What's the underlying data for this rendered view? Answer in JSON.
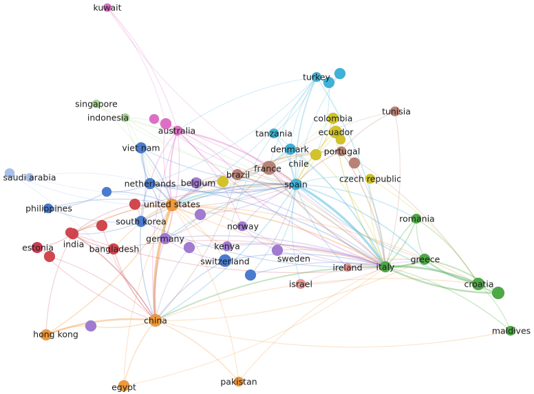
{
  "clusters": {
    "red": "#d2464e",
    "green": "#4ea846",
    "blue": "#4a7bcf",
    "yellow": "#d2c428",
    "purple": "#a17ad2",
    "cyan": "#3eb2d8",
    "orange": "#f0983a",
    "brown": "#b98274",
    "pink": "#df6fc6",
    "lightgreen": "#a8d692",
    "lightblue": "#a8c0ec",
    "salmon": "#ea9a96",
    "rose": "#cc3a52"
  },
  "nodes": [
    {
      "id": "kuwait",
      "label": "kuwait",
      "cluster": "pink"
    },
    {
      "id": "turkey",
      "label": "turkey",
      "cluster": "cyan"
    },
    {
      "id": "turkey_b",
      "label": "",
      "cluster": "cyan"
    },
    {
      "id": "turkey_c",
      "label": "",
      "cluster": "cyan"
    },
    {
      "id": "singapore",
      "label": "singapore",
      "cluster": "lightgreen"
    },
    {
      "id": "tunisia",
      "label": "tunisia",
      "cluster": "brown"
    },
    {
      "id": "indonesia",
      "label": "indonesia",
      "cluster": "lightgreen"
    },
    {
      "id": "colombia",
      "label": "colombia",
      "cluster": "yellow"
    },
    {
      "id": "australia",
      "label": "australia",
      "cluster": "pink"
    },
    {
      "id": "pink_a",
      "label": "",
      "cluster": "pink"
    },
    {
      "id": "pink_b",
      "label": "",
      "cluster": "pink"
    },
    {
      "id": "tanzania",
      "label": "tanzania",
      "cluster": "cyan"
    },
    {
      "id": "ecuador",
      "label": "ecuador",
      "cluster": "yellow"
    },
    {
      "id": "yellow_b",
      "label": "",
      "cluster": "yellow"
    },
    {
      "id": "viet_nam",
      "label": "viet nam",
      "cluster": "blue"
    },
    {
      "id": "denmark",
      "label": "denmark",
      "cluster": "cyan"
    },
    {
      "id": "portugal",
      "label": "portugal",
      "cluster": "brown"
    },
    {
      "id": "chile",
      "label": "chile",
      "cluster": "yellow"
    },
    {
      "id": "france",
      "label": "france",
      "cluster": "brown"
    },
    {
      "id": "brown_b",
      "label": "",
      "cluster": "brown"
    },
    {
      "id": "brazil",
      "label": "brazil",
      "cluster": "brown"
    },
    {
      "id": "saudi_arabia",
      "label": "saudi arabia",
      "cluster": "lightblue"
    },
    {
      "id": "lightblue_b",
      "label": "",
      "cluster": "lightblue"
    },
    {
      "id": "netherlands",
      "label": "netherlands",
      "cluster": "blue"
    },
    {
      "id": "belgium",
      "label": "belgium",
      "cluster": "purple"
    },
    {
      "id": "yellow_c",
      "label": "",
      "cluster": "yellow"
    },
    {
      "id": "spain",
      "label": "spain",
      "cluster": "cyan"
    },
    {
      "id": "czech_republic",
      "label": "czech republic",
      "cluster": "yellow"
    },
    {
      "id": "blue_b",
      "label": "",
      "cluster": "blue"
    },
    {
      "id": "philippines",
      "label": "philippines",
      "cluster": "blue"
    },
    {
      "id": "united_states",
      "label": "united states",
      "cluster": "orange"
    },
    {
      "id": "red_a",
      "label": "",
      "cluster": "red"
    },
    {
      "id": "romania",
      "label": "romania",
      "cluster": "green"
    },
    {
      "id": "purple_a",
      "label": "",
      "cluster": "purple"
    },
    {
      "id": "south_korea",
      "label": "south korea",
      "cluster": "blue"
    },
    {
      "id": "norway",
      "label": "norway",
      "cluster": "purple"
    },
    {
      "id": "india",
      "label": "india",
      "cluster": "red"
    },
    {
      "id": "red_b",
      "label": "",
      "cluster": "red"
    },
    {
      "id": "red_c",
      "label": "",
      "cluster": "red"
    },
    {
      "id": "germany",
      "label": "germany",
      "cluster": "purple"
    },
    {
      "id": "estonia",
      "label": "estonia",
      "cluster": "rose"
    },
    {
      "id": "bangladesh",
      "label": "bangladesh",
      "cluster": "red"
    },
    {
      "id": "red_d",
      "label": "",
      "cluster": "red"
    },
    {
      "id": "kenya",
      "label": "kenya",
      "cluster": "purple"
    },
    {
      "id": "purple_b",
      "label": "",
      "cluster": "purple"
    },
    {
      "id": "sweden",
      "label": "sweden",
      "cluster": "purple"
    },
    {
      "id": "switzerland",
      "label": "switzerland",
      "cluster": "blue"
    },
    {
      "id": "ireland",
      "label": "ireland",
      "cluster": "salmon"
    },
    {
      "id": "italy",
      "label": "italy",
      "cluster": "green"
    },
    {
      "id": "greece",
      "label": "greece",
      "cluster": "green"
    },
    {
      "id": "blue_c",
      "label": "",
      "cluster": "blue"
    },
    {
      "id": "israel",
      "label": "israel",
      "cluster": "salmon"
    },
    {
      "id": "croatia",
      "label": "croatia",
      "cluster": "green"
    },
    {
      "id": "green_b",
      "label": "",
      "cluster": "green"
    },
    {
      "id": "china",
      "label": "china",
      "cluster": "orange"
    },
    {
      "id": "purple_c",
      "label": "",
      "cluster": "purple"
    },
    {
      "id": "hong_kong",
      "label": "hong kong",
      "cluster": "orange"
    },
    {
      "id": "maldives",
      "label": "maldives",
      "cluster": "green"
    },
    {
      "id": "egypt",
      "label": "egypt",
      "cluster": "orange"
    },
    {
      "id": "pakistan",
      "label": "pakistan",
      "cluster": "orange"
    }
  ],
  "edges": [
    [
      "kuwait",
      "australia",
      0.8
    ],
    [
      "kuwait",
      "spain",
      0.7
    ],
    [
      "kuwait",
      "pink_b",
      0.6
    ],
    [
      "turkey",
      "spain",
      1.4
    ],
    [
      "turkey",
      "italy",
      1.2
    ],
    [
      "turkey",
      "denmark",
      0.8
    ],
    [
      "turkey",
      "tanzania",
      0.8
    ],
    [
      "turkey",
      "france",
      0.8
    ],
    [
      "turkey",
      "netherlands",
      0.7
    ],
    [
      "turkey",
      "australia",
      0.7
    ],
    [
      "turkey",
      "united_states",
      0.7
    ],
    [
      "turkey_b",
      "spain",
      0.7
    ],
    [
      "turkey_c",
      "chile",
      0.7
    ],
    [
      "turkey",
      "turkey_c",
      1.2
    ],
    [
      "turkey_b",
      "turkey_c",
      1.0
    ],
    [
      "singapore",
      "australia",
      0.8
    ],
    [
      "singapore",
      "united_states",
      0.7
    ],
    [
      "singapore",
      "spain",
      0.6
    ],
    [
      "indonesia",
      "australia",
      0.8
    ],
    [
      "indonesia",
      "spain",
      0.7
    ],
    [
      "indonesia",
      "italy",
      0.6
    ],
    [
      "indonesia",
      "united_states",
      0.6
    ],
    [
      "indonesia",
      "netherlands",
      0.6
    ],
    [
      "tunisia",
      "portugal",
      1.0
    ],
    [
      "tunisia",
      "italy",
      0.8
    ],
    [
      "tunisia",
      "france",
      0.7
    ],
    [
      "colombia",
      "spain",
      1.0
    ],
    [
      "colombia",
      "ecuador",
      1.0
    ],
    [
      "colombia",
      "chile",
      0.9
    ],
    [
      "colombia",
      "italy",
      0.8
    ],
    [
      "colombia",
      "united_states",
      0.7
    ],
    [
      "australia",
      "united_states",
      1.8
    ],
    [
      "australia",
      "spain",
      1.5
    ],
    [
      "australia",
      "italy",
      1.4
    ],
    [
      "australia",
      "brazil",
      1.2
    ],
    [
      "australia",
      "netherlands",
      1.2
    ],
    [
      "australia",
      "germany",
      1.0
    ],
    [
      "australia",
      "china",
      1.0
    ],
    [
      "australia",
      "france",
      1.0
    ],
    [
      "australia",
      "pink_a",
      1.0
    ],
    [
      "australia",
      "norway",
      1.0
    ],
    [
      "pink_a",
      "spain",
      0.9
    ],
    [
      "pink_b",
      "italy",
      0.9
    ],
    [
      "pink_b",
      "united_states",
      0.9
    ],
    [
      "tanzania",
      "spain",
      1.0
    ],
    [
      "tanzania",
      "kenya",
      0.8
    ],
    [
      "tanzania",
      "italy",
      0.8
    ],
    [
      "ecuador",
      "spain",
      1.2
    ],
    [
      "ecuador",
      "yellow_b",
      1.0
    ],
    [
      "ecuador",
      "italy",
      0.8
    ],
    [
      "ecuador",
      "chile",
      0.9
    ],
    [
      "viet_nam",
      "netherlands",
      1.4
    ],
    [
      "viet_nam",
      "united_states",
      1.2
    ],
    [
      "viet_nam",
      "spain",
      0.8
    ],
    [
      "viet_nam",
      "south_korea",
      1.0
    ],
    [
      "denmark",
      "spain",
      1.2
    ],
    [
      "denmark",
      "italy",
      1.0
    ],
    [
      "denmark",
      "france",
      1.0
    ],
    [
      "denmark",
      "united_states",
      0.9
    ],
    [
      "portugal",
      "spain",
      1.5
    ],
    [
      "portugal",
      "italy",
      1.4
    ],
    [
      "portugal",
      "brazil",
      1.2
    ],
    [
      "portugal",
      "brown_b",
      1.0
    ],
    [
      "portugal",
      "france",
      1.0
    ],
    [
      "portugal",
      "croatia",
      0.8
    ],
    [
      "chile",
      "spain",
      1.2
    ],
    [
      "chile",
      "italy",
      1.0
    ],
    [
      "chile",
      "brazil",
      0.9
    ],
    [
      "france",
      "spain",
      1.8
    ],
    [
      "france",
      "italy",
      1.8
    ],
    [
      "france",
      "brazil",
      1.2
    ],
    [
      "france",
      "united_states",
      1.2
    ],
    [
      "france",
      "germany",
      1.0
    ],
    [
      "france",
      "greece",
      0.8
    ],
    [
      "brown_b",
      "italy",
      1.0
    ],
    [
      "brazil",
      "spain",
      1.6
    ],
    [
      "brazil",
      "italy",
      1.5
    ],
    [
      "brazil",
      "united_states",
      1.3
    ],
    [
      "brazil",
      "netherlands",
      1.0
    ],
    [
      "brazil",
      "belgium",
      1.0
    ],
    [
      "brazil",
      "china",
      0.9
    ],
    [
      "saudi_arabia",
      "united_states",
      0.8
    ],
    [
      "saudi_arabia",
      "china",
      0.7
    ],
    [
      "saudi_arabia",
      "lightblue_b",
      1.0
    ],
    [
      "lightblue_b",
      "netherlands",
      0.7
    ],
    [
      "lightblue_b",
      "spain",
      0.6
    ],
    [
      "netherlands",
      "united_states",
      1.6
    ],
    [
      "netherlands",
      "spain",
      1.4
    ],
    [
      "netherlands",
      "italy",
      1.2
    ],
    [
      "netherlands",
      "belgium",
      1.1
    ],
    [
      "netherlands",
      "germany",
      1.2
    ],
    [
      "netherlands",
      "south_korea",
      1.0
    ],
    [
      "netherlands",
      "blue_b",
      1.0
    ],
    [
      "belgium",
      "spain",
      1.2
    ],
    [
      "belgium",
      "italy",
      1.2
    ],
    [
      "belgium",
      "yellow_c",
      1.0
    ],
    [
      "belgium",
      "united_states",
      1.0
    ],
    [
      "yellow_c",
      "spain",
      1.0
    ],
    [
      "spain",
      "italy",
      3.2
    ],
    [
      "spain",
      "united_states",
      1.8
    ],
    [
      "spain",
      "greece",
      1.4
    ],
    [
      "spain",
      "croatia",
      1.3
    ],
    [
      "spain",
      "romania",
      1.0
    ],
    [
      "spain",
      "germany",
      1.2
    ],
    [
      "spain",
      "china",
      1.2
    ],
    [
      "spain",
      "ireland",
      1.0
    ],
    [
      "spain",
      "sweden",
      1.0
    ],
    [
      "spain",
      "israel",
      0.8
    ],
    [
      "spain",
      "czech_republic",
      0.9
    ],
    [
      "czech_republic",
      "italy",
      0.9
    ],
    [
      "czech_republic",
      "croatia",
      0.8
    ],
    [
      "philippines",
      "blue_b",
      1.0
    ],
    [
      "philippines",
      "united_states",
      0.9
    ],
    [
      "philippines",
      "south_korea",
      0.8
    ],
    [
      "blue_b",
      "united_states",
      1.0
    ],
    [
      "united_states",
      "china",
      3.8
    ],
    [
      "united_states",
      "italy",
      1.6
    ],
    [
      "united_states",
      "south_korea",
      1.4
    ],
    [
      "united_states",
      "germany",
      1.3
    ],
    [
      "united_states",
      "india",
      1.2
    ],
    [
      "united_states",
      "red_a",
      1.2
    ],
    [
      "united_states",
      "bangladesh",
      1.0
    ],
    [
      "united_states",
      "hong_kong",
      1.3
    ],
    [
      "united_states",
      "kenya",
      0.9
    ],
    [
      "united_states",
      "switzerland",
      0.9
    ],
    [
      "united_states",
      "purple_a",
      1.0
    ],
    [
      "united_states",
      "norway",
      1.0
    ],
    [
      "united_states",
      "egypt",
      0.8
    ],
    [
      "united_states",
      "pakistan",
      0.8
    ],
    [
      "united_states",
      "greece",
      0.9
    ],
    [
      "united_states",
      "croatia",
      0.9
    ],
    [
      "red_a",
      "india",
      1.0
    ],
    [
      "red_a",
      "south_korea",
      0.8
    ],
    [
      "red_a",
      "spain",
      0.7
    ],
    [
      "romania",
      "italy",
      1.4
    ],
    [
      "romania",
      "greece",
      1.0
    ],
    [
      "romania",
      "croatia",
      1.0
    ],
    [
      "purple_a",
      "spain",
      1.0
    ],
    [
      "purple_a",
      "germany",
      0.9
    ],
    [
      "south_korea",
      "china",
      1.2
    ],
    [
      "south_korea",
      "india",
      0.9
    ],
    [
      "south_korea",
      "italy",
      0.9
    ],
    [
      "south_korea",
      "spain",
      1.0
    ],
    [
      "norway",
      "italy",
      1.0
    ],
    [
      "norway",
      "spain",
      1.0
    ],
    [
      "norway",
      "sweden",
      0.9
    ],
    [
      "india",
      "china",
      1.2
    ],
    [
      "india",
      "bangladesh",
      1.2
    ],
    [
      "india",
      "estonia",
      1.0
    ],
    [
      "india",
      "red_b",
      1.0
    ],
    [
      "india",
      "red_c",
      1.0
    ],
    [
      "india",
      "italy",
      0.8
    ],
    [
      "india",
      "spain",
      0.8
    ],
    [
      "india",
      "hong_kong",
      0.8
    ],
    [
      "red_b",
      "china",
      0.8
    ],
    [
      "red_c",
      "china",
      0.8
    ],
    [
      "red_d",
      "china",
      0.8
    ],
    [
      "estonia",
      "china",
      0.7
    ],
    [
      "estonia",
      "red_d",
      0.8
    ],
    [
      "bangladesh",
      "china",
      1.0
    ],
    [
      "bangladesh",
      "italy",
      0.7
    ],
    [
      "germany",
      "china",
      1.2
    ],
    [
      "germany",
      "italy",
      1.2
    ],
    [
      "germany",
      "switzerland",
      1.0
    ],
    [
      "kenya",
      "italy",
      1.0
    ],
    [
      "kenya",
      "switzerland",
      0.9
    ],
    [
      "purple_b",
      "italy",
      0.9
    ],
    [
      "purple_b",
      "china",
      0.9
    ],
    [
      "sweden",
      "italy",
      1.0
    ],
    [
      "sweden",
      "greece",
      0.8
    ],
    [
      "switzerland",
      "italy",
      1.1
    ],
    [
      "switzerland",
      "china",
      1.0
    ],
    [
      "blue_c",
      "italy",
      0.9
    ],
    [
      "blue_c",
      "spain",
      0.8
    ],
    [
      "ireland",
      "italy",
      1.0
    ],
    [
      "israel",
      "italy",
      1.0
    ],
    [
      "israel",
      "greece",
      0.8
    ],
    [
      "italy",
      "greece",
      2.4
    ],
    [
      "italy",
      "croatia",
      2.6
    ],
    [
      "italy",
      "green_b",
      2.2
    ],
    [
      "italy",
      "romania",
      1.2
    ],
    [
      "italy",
      "china",
      1.6
    ],
    [
      "italy",
      "maldives",
      1.0
    ],
    [
      "greece",
      "croatia",
      2.0
    ],
    [
      "greece",
      "green_b",
      1.6
    ],
    [
      "croatia",
      "green_b",
      2.0
    ],
    [
      "croatia",
      "maldives",
      0.9
    ],
    [
      "china",
      "hong_kong",
      2.4
    ],
    [
      "china",
      "purple_c",
      1.2
    ],
    [
      "china",
      "egypt",
      1.2
    ],
    [
      "china",
      "pakistan",
      1.2
    ],
    [
      "china",
      "maldives",
      0.8
    ],
    [
      "china",
      "croatia",
      0.9
    ],
    [
      "china",
      "greece",
      0.9
    ],
    [
      "hong_kong",
      "purple_c",
      1.0
    ],
    [
      "egypt",
      "italy",
      0.7
    ],
    [
      "pakistan",
      "italy",
      0.8
    ]
  ]
}
